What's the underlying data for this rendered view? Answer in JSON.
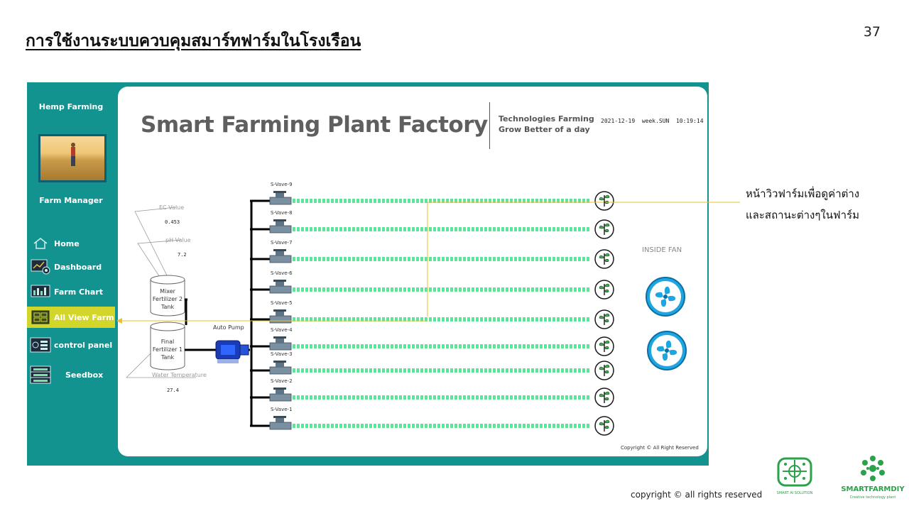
{
  "slide": {
    "title": "การใช้งานระบบควบคุมสมาร์ทฟาร์มในโรงเรือน",
    "page_number": "37",
    "annotation_line1": "หน้าวิวฟาร์มเพื่อดูค่าต่าง",
    "annotation_line2": "และสถานะต่างๆในฟาร์ม",
    "footer_copyright": "copyright © all rights reserved",
    "logo1_text": "SMART AI SOLUTION",
    "logo2_text": "SMARTFARMDIY",
    "logo2_subtext": "Creative technology plant"
  },
  "sidebar": {
    "brand": "Hemp Farming",
    "manager": "Farm Manager",
    "items": [
      {
        "label": "Home",
        "icon": "home-icon"
      },
      {
        "label": "Dashboard",
        "icon": "dashboard-icon"
      },
      {
        "label": "Farm Chart",
        "icon": "chart-icon"
      },
      {
        "label": "All View Farm",
        "icon": "farm-view-icon",
        "active": true
      },
      {
        "label": "control panel",
        "icon": "control-panel-icon"
      },
      {
        "label": "Seedbox",
        "icon": "seedbox-icon"
      }
    ]
  },
  "main": {
    "title": "Smart Farming Plant Factory",
    "tagline1": "Technologies Farming",
    "tagline2": "Grow Better of a day",
    "date": "2021-12-19",
    "weekday": "week.SUN",
    "time": "10:19:14",
    "copyright": "Copyright © All Right Reserved"
  },
  "sensors": {
    "ec_label": "EC Value",
    "ec_value": "0.453",
    "ph_label": "pH Value",
    "ph_value": "7.2",
    "water_temp_label": "Water Temperature",
    "water_temp_value": "27.4"
  },
  "tanks": {
    "mixer": [
      "Mixer",
      "Fertilizer 2",
      "Tank"
    ],
    "final": [
      "Final",
      "Fertilizer 1",
      "Tank"
    ]
  },
  "pump_label": "Auto Pump",
  "valves": [
    "S-Vave-9",
    "S-Vave-8",
    "S-Vave-7",
    "S-Vave-6",
    "S-Vave-5",
    "S-Vave-4",
    "S-Vave-3",
    "S-Vave-2",
    "S-Vave-1"
  ],
  "fan_label": "INSIDE FAN",
  "colors": {
    "teal": "#13938f",
    "active_nav": "#d2d62a",
    "pipe_green": "#5fe39b",
    "annotation_line": "#e8c22b"
  }
}
